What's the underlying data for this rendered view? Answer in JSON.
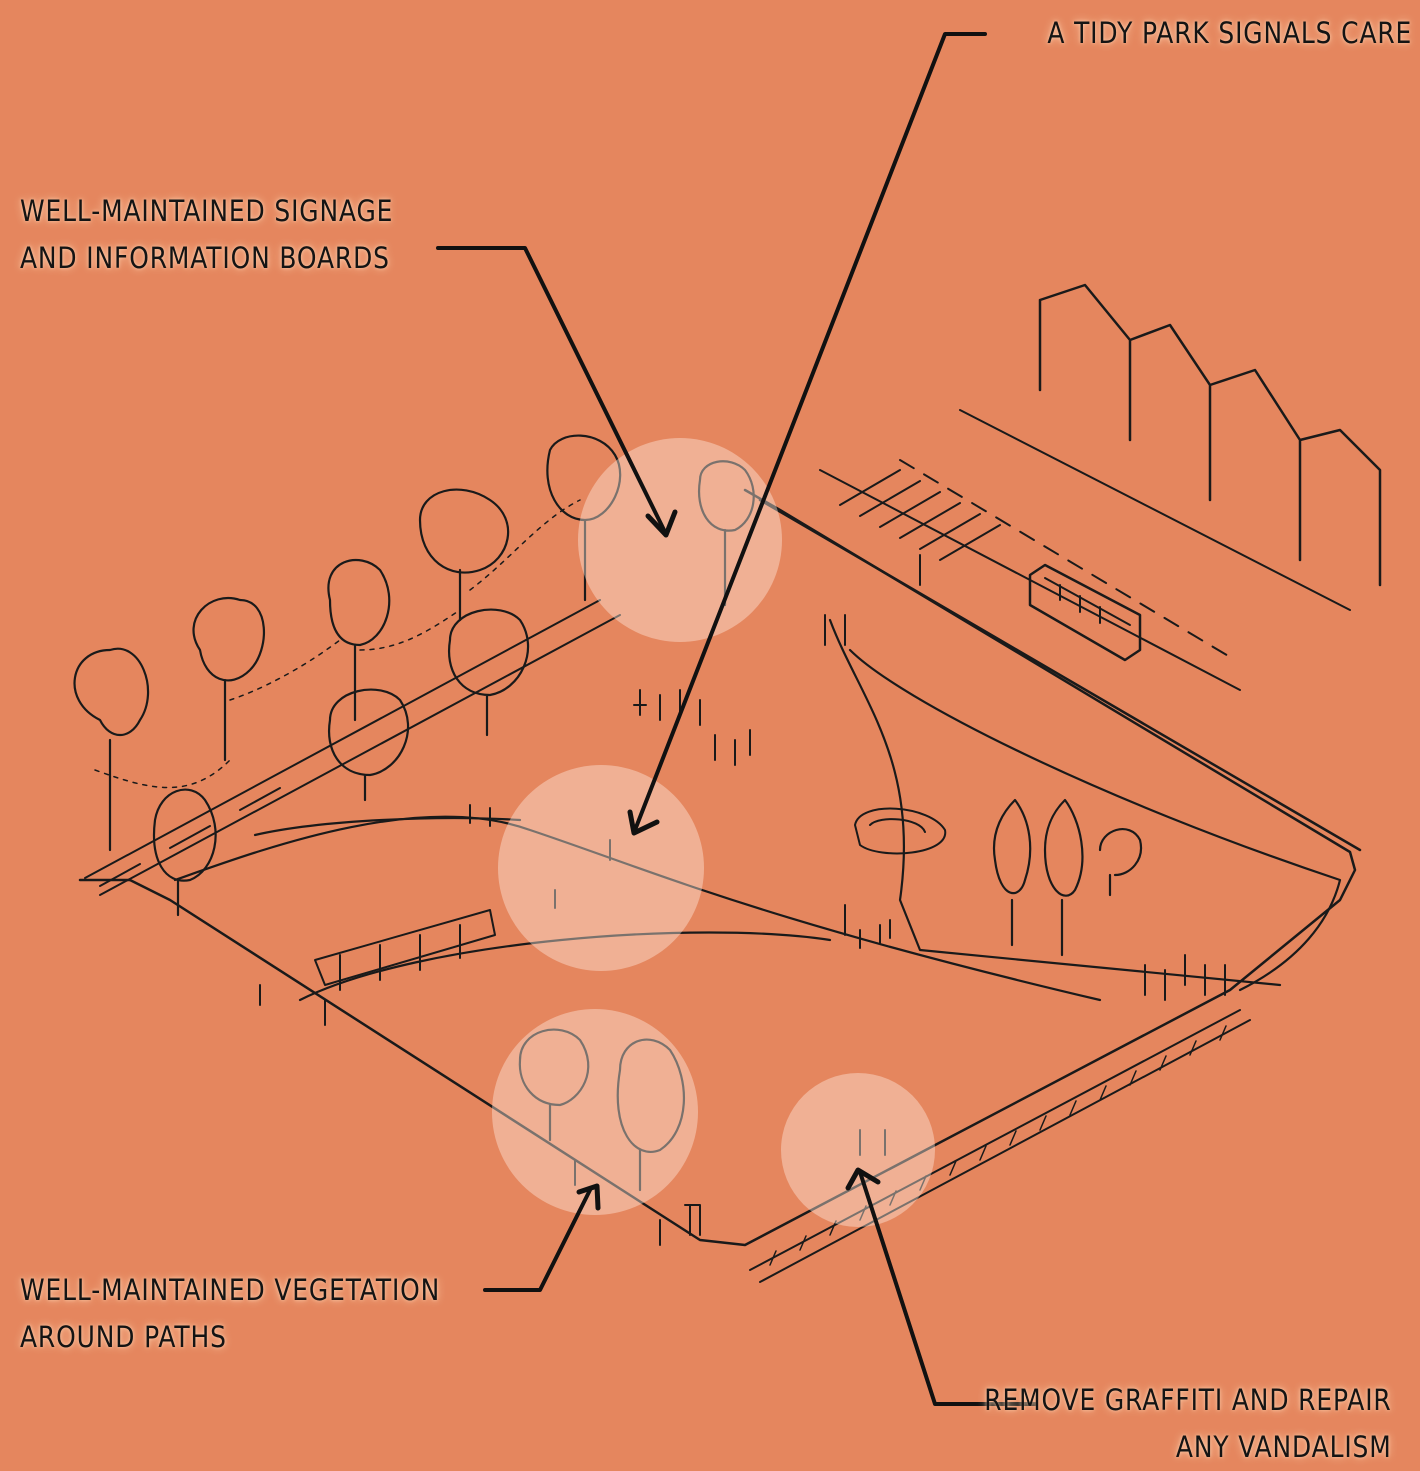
{
  "callouts": {
    "tidy_park": "A TIDY PARK SIGNALS CARE",
    "signage": [
      "WELL-MAINTAINED SIGNAGE",
      "AND INFORMATION BOARDS"
    ],
    "vegetation": [
      "WELL-MAINTAINED VEGETATION",
      "AROUND PATHS"
    ],
    "graffiti": [
      "REMOVE GRAFFITI AND REPAIR",
      "ANY VANDALISM"
    ]
  },
  "colors": {
    "background": "#E5865E",
    "ink": "#141414",
    "highlight": "rgba(255,236,224,0.42)"
  }
}
